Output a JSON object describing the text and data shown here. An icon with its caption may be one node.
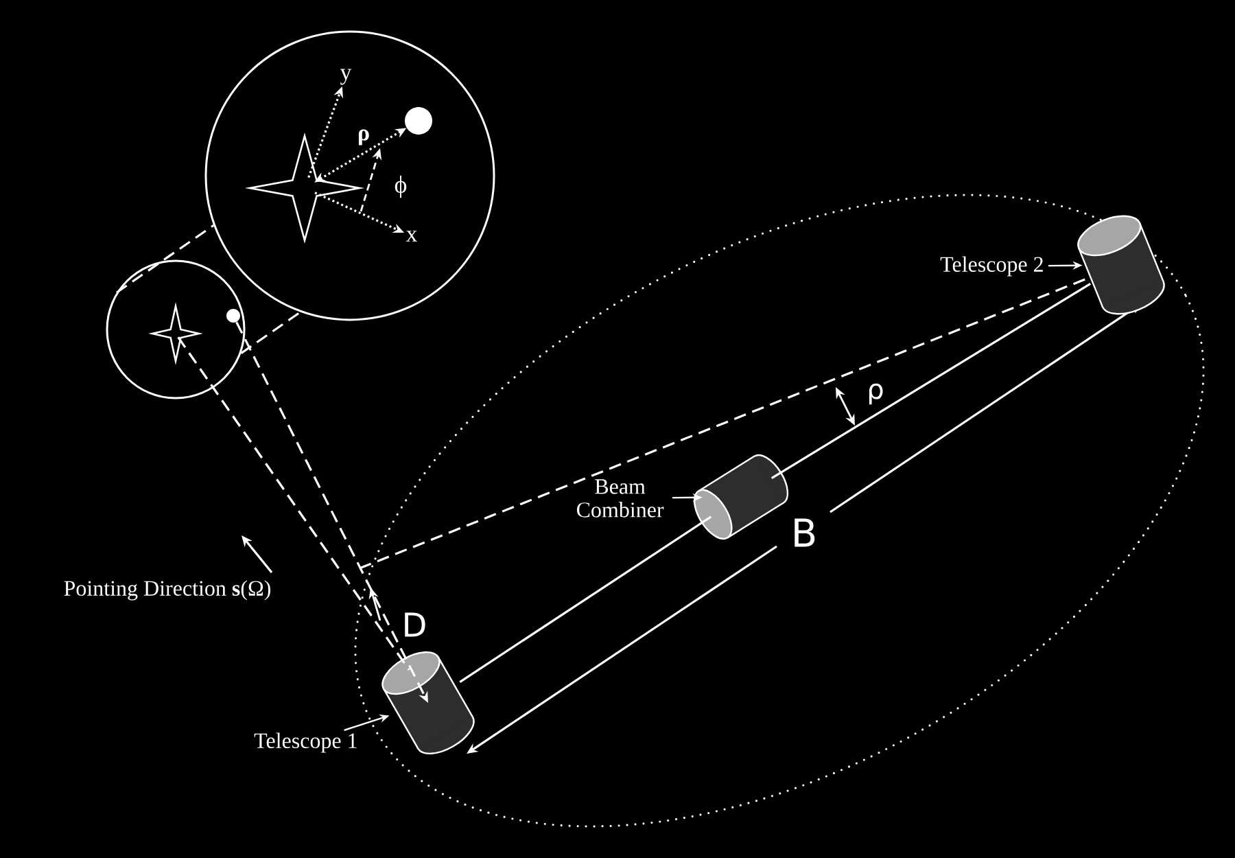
{
  "diagram": {
    "nodes": [
      {
        "text": [
          "Telescope 1"
        ]
      },
      {
        "text": [],
        "shape": "cylinder"
      },
      {
        "text": [
          "Telescope 2"
        ]
      },
      {
        "text": [],
        "shape": "cylinder"
      },
      {
        "text": [
          "Beam Combiner"
        ]
      },
      {
        "text": [],
        "shape": "cylinder"
      },
      {
        "text": [],
        "shape": "circle"
      },
      {
        "text": [],
        "shape": "circle"
      },
      {
        "text": [],
        "shape": "star",
        "in": 7
      },
      {
        "text": [],
        "shape": "circle",
        "in": 7
      },
      {
        "text": [],
        "shape": "star",
        "in": 6
      },
      {
        "text": [],
        "shape": "circle",
        "in": 6
      },
      {
        "text": [
          "y"
        ],
        "in": 7
      },
      {
        "text": [
          "x"
        ],
        "in": 7
      }
    ],
    "edges": [
      {
        "from": 0,
        "to": 1,
        "arrow": "to"
      },
      {
        "from": 2,
        "to": 3,
        "arrow": "to"
      },
      {
        "from": 4,
        "to": 5,
        "arrow": "to"
      },
      {
        "from": 1,
        "to": 5,
        "arrow": "none"
      },
      {
        "from": 5,
        "to": 3,
        "arrow": "none"
      },
      {
        "from": null,
        "to": 3,
        "arrow": "none",
        "style": "dashed"
      },
      {
        "from": 6,
        "to": 7,
        "arrow": "none",
        "style": "dashed"
      },
      {
        "from": 6,
        "to": 7,
        "arrow": "none",
        "style": "dashed"
      },
      {
        "from": 10,
        "to": 1,
        "arrow": "none",
        "style": "dashed"
      },
      {
        "from": 11,
        "to": 1,
        "arrow": "to",
        "style": "dashed"
      },
      {
        "from": 8,
        "to": 9,
        "arrow": "both",
        "style": "dashed"
      },
      {
        "from": 8,
        "to": 12,
        "arrow": "to",
        "style": "dashed"
      },
      {
        "from": 8,
        "to": 13,
        "arrow": "to",
        "style": "dashed"
      }
    ],
    "labels": [
      "ρ",
      "ϕ",
      "ρ",
      "Pointing Direction **s**(Ω)",
      "D",
      "B"
    ]
  }
}
